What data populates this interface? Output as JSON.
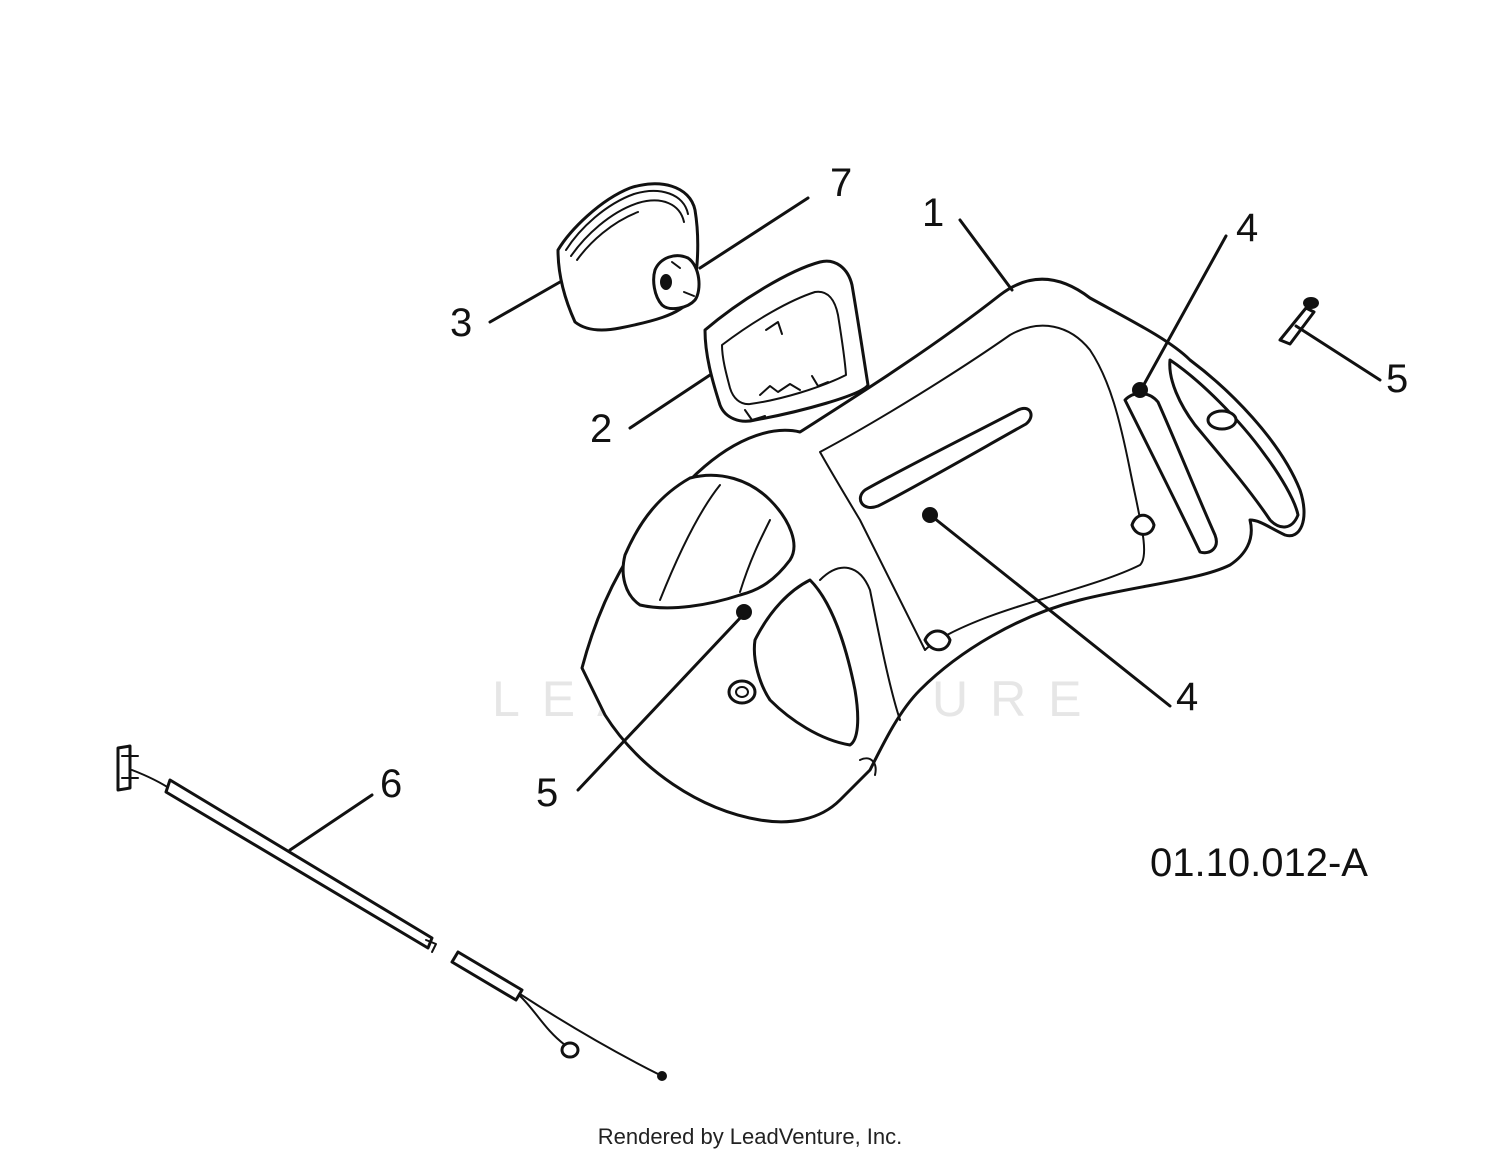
{
  "callouts": {
    "c1": "1",
    "c2": "2",
    "c3": "3",
    "c4a": "4",
    "c4b": "4",
    "c5a": "5",
    "c5b": "5",
    "c6": "6",
    "c7": "7"
  },
  "drawing_id": "01.10.012-A",
  "watermark": "LEADVENTURE",
  "footer": "Rendered by LeadVenture, Inc."
}
